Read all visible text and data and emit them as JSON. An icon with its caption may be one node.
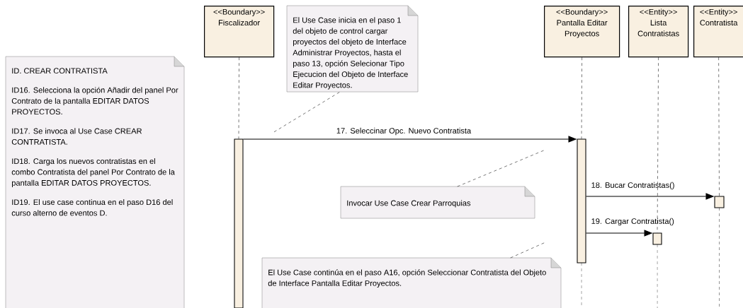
{
  "diagram": {
    "nodes": [
      {
        "text": [
          "<<Boundary>>",
          "Fiscalizador"
        ]
      },
      {
        "text": [
          "<<Boundary>>",
          "Pantalla Editar Proyectos"
        ]
      },
      {
        "text": [
          "<<Entity>>",
          "Lista Contratistas"
        ]
      },
      {
        "text": [
          "<<Entity>>",
          "Contratista"
        ]
      },
      {
        "text": [],
        "shape": "bar"
      },
      {
        "text": [],
        "shape": "bar"
      },
      {
        "text": [],
        "shape": "bar"
      },
      {
        "text": [],
        "shape": "bar"
      },
      {
        "text": [
          "ID. CREAR CONTRATISTA",
          "ID16. Selecciona la opción Añadir del panel Por Contrato de la pantalla EDITAR DATOS PROYECTOS.",
          "ID17. Se invoca al Use Case CREAR CONTRATISTA.",
          "ID18. Carga los nuevos contratistas en el combo Contratista del panel Por Contrato de la pantalla EDITAR DATOS PROYECTOS.",
          "ID19. El use case continua en el paso D16 del curso alterno de eventos D."
        ]
      },
      {
        "text": [
          "El Use Case inicia en el paso 1 del objeto de control cargar proyectos del objeto de Interface Administrar Proyectos, hasta el paso 13, opción Selecionar Tipo Ejecucion del Objeto de Interface Editar Proyectos."
        ]
      },
      {
        "text": [
          "Invocar Use Case Crear Parroquias"
        ]
      },
      {
        "text": [
          "El Use Case continúa en el paso A16, opción Seleccionar Contratista del Objeto de Interface Pantalla Editar Proyectos."
        ]
      }
    ],
    "edges": [
      {
        "from": 0,
        "to": 4,
        "arrow": "none",
        "style": "dashed"
      },
      {
        "from": 1,
        "to": 5,
        "arrow": "none",
        "style": "dashed"
      },
      {
        "from": 2,
        "to": 7,
        "arrow": "none",
        "style": "dashed"
      },
      {
        "from": 3,
        "to": 6,
        "arrow": "none",
        "style": "dashed"
      },
      {
        "from": 4,
        "to": 5,
        "arrow": "to",
        "label": "17. Seleccinar Opc. Nuevo Contratista"
      },
      {
        "from": 5,
        "to": 6,
        "arrow": "to",
        "label": "18. Bucar Contratistas()"
      },
      {
        "from": 5,
        "to": 7,
        "arrow": "to",
        "label": "19. Cargar Contratista()"
      },
      {
        "from": 9,
        "to": null,
        "arrow": "none",
        "style": "dashed"
      },
      {
        "from": 10,
        "to": null,
        "arrow": "none",
        "style": "dashed"
      },
      {
        "from": 11,
        "to": null,
        "arrow": "none",
        "style": "dashed"
      }
    ]
  }
}
